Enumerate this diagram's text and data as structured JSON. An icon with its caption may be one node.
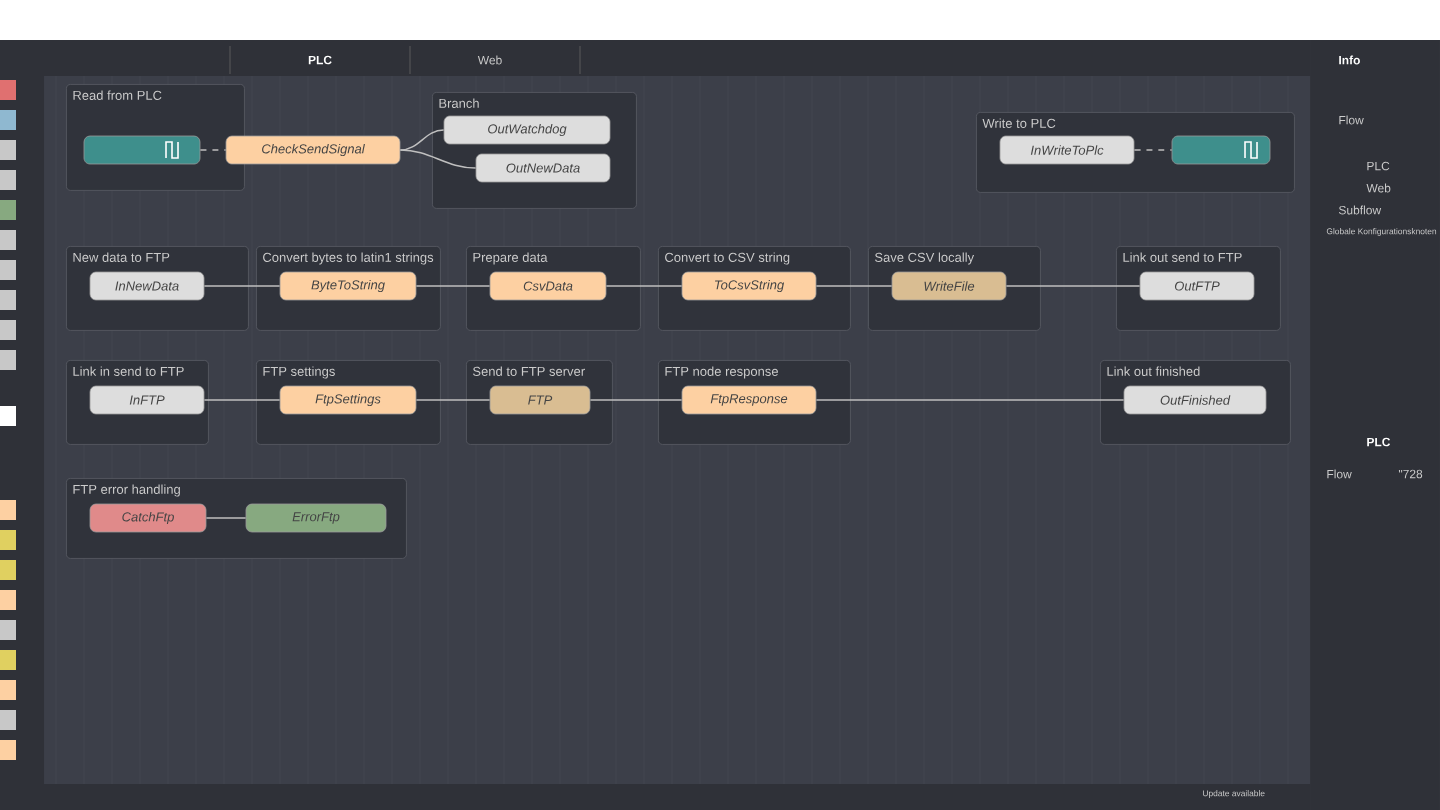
{
  "diagram": {
    "nodes": [
      {
        "text": [
          "Read from PLC"
        ]
      },
      {
        "text": [],
        "shape": "box",
        "in": 0
      },
      {
        "text": [
          "CheckSendSignal"
        ]
      },
      {
        "text": [
          "Branch"
        ]
      },
      {
        "text": [
          "OutWatchdog"
        ],
        "in": 3
      },
      {
        "text": [
          "OutNewData"
        ],
        "in": 3
      },
      {
        "text": [
          "Write to PLC"
        ]
      },
      {
        "text": [
          "InWriteToPlc"
        ],
        "in": 6
      },
      {
        "text": [],
        "shape": "box",
        "in": 6
      },
      {
        "text": [
          "New data to FTP"
        ]
      },
      {
        "text": [
          "InNewData"
        ],
        "in": 9
      },
      {
        "text": [
          "Convert bytes to latin1 strings"
        ]
      },
      {
        "text": [
          "ByteToString"
        ],
        "in": 11
      },
      {
        "text": [
          "Prepare data"
        ]
      },
      {
        "text": [
          "CsvData"
        ],
        "in": 13
      },
      {
        "text": [
          "Convert to CSV string"
        ]
      },
      {
        "text": [
          "ToCsvString"
        ],
        "in": 15
      },
      {
        "text": [
          "Save CSV locally"
        ]
      },
      {
        "text": [
          "WriteFile"
        ],
        "in": 17
      },
      {
        "text": [
          "Link out send to FTP"
        ]
      },
      {
        "text": [
          "OutFTP"
        ],
        "in": 19
      },
      {
        "text": [
          "Link in send to FTP"
        ]
      },
      {
        "text": [
          "InFTP"
        ],
        "in": 21
      },
      {
        "text": [
          "FTP settings"
        ]
      },
      {
        "text": [
          "FtpSettings"
        ],
        "in": 23
      },
      {
        "text": [
          "Send to FTP server"
        ]
      },
      {
        "text": [
          "FTP"
        ],
        "in": 25
      },
      {
        "text": [
          "FTP node response"
        ]
      },
      {
        "text": [
          "FtpResponse"
        ],
        "in": 27
      },
      {
        "text": [
          "Link out finished"
        ]
      },
      {
        "text": [
          "OutFinished"
        ],
        "in": 29
      },
      {
        "text": [
          "FTP error handling"
        ]
      },
      {
        "text": [
          "CatchFtp"
        ],
        "in": 31
      },
      {
        "text": [
          "ErrorFtp"
        ],
        "in": 31
      }
    ],
    "edges": [
      {
        "from": 1,
        "to": 2,
        "arrow": "none",
        "style": "dashed"
      },
      {
        "from": 2,
        "to": 4,
        "arrow": "none"
      },
      {
        "from": 2,
        "to": 5,
        "arrow": "none"
      },
      {
        "from": 7,
        "to": 8,
        "arrow": "none",
        "style": "dashed"
      },
      {
        "from": 10,
        "to": 12,
        "arrow": "none"
      },
      {
        "from": 12,
        "to": 14,
        "arrow": "none"
      },
      {
        "from": 14,
        "to": 16,
        "arrow": "none"
      },
      {
        "from": 16,
        "to": 18,
        "arrow": "none"
      },
      {
        "from": 18,
        "to": 20,
        "arrow": "none"
      },
      {
        "from": 22,
        "to": 24,
        "arrow": "none"
      },
      {
        "from": 24,
        "to": 26,
        "arrow": "none"
      },
      {
        "from": 26,
        "to": 28,
        "arrow": "none"
      },
      {
        "from": 28,
        "to": 30,
        "arrow": "none"
      },
      {
        "from": 32,
        "to": 33,
        "arrow": "none"
      }
    ],
    "labels": [
      "PLC",
      "Web",
      "Info",
      "Flow",
      "PLC",
      "Web",
      "Subflow",
      "Globale Konfigurationsknoten",
      "PLC",
      "Flow",
      "\"728",
      "Update available"
    ]
  }
}
